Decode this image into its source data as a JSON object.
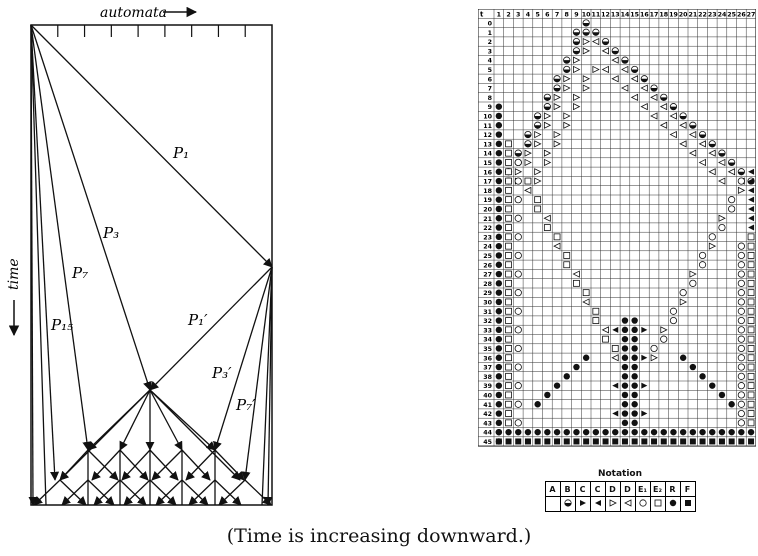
{
  "left_diagram": {
    "top_label": "automata",
    "side_label": "time",
    "path_labels": [
      "P₁",
      "P₃",
      "P₇",
      "P₁₅",
      "P₁′",
      "P₃′",
      "P₇′"
    ]
  },
  "right_grid": {
    "corner_label": "t",
    "columns": [
      "1",
      "2",
      "3",
      "4",
      "5",
      "6",
      "7",
      "8",
      "9",
      "10",
      "11",
      "12",
      "13",
      "14",
      "15",
      "16",
      "17",
      "18",
      "19",
      "20",
      "21",
      "22",
      "23",
      "24",
      "25",
      "26",
      "27"
    ],
    "rows": [
      "0",
      "1",
      "2",
      "3",
      "4",
      "5",
      "6",
      "7",
      "8",
      "9",
      "10",
      "11",
      "12",
      "13",
      "14",
      "15",
      "16",
      "17",
      "18",
      "19",
      "20",
      "21",
      "22",
      "23",
      "24",
      "25",
      "26",
      "27",
      "28",
      "29",
      "30",
      "31",
      "32",
      "33",
      "34",
      "35",
      "36",
      "37",
      "38",
      "39",
      "40",
      "41",
      "42",
      "43",
      "44",
      "45"
    ]
  },
  "notation": {
    "title": "Notation",
    "headers": [
      "A",
      "B",
      "C",
      "C",
      "D",
      "D",
      "E₁",
      "E₂",
      "R",
      "F"
    ],
    "symbols": [
      "blank",
      "half-circle",
      "tri-right-filled",
      "tri-left-filled",
      "tri-right-open",
      "tri-left-open",
      "circle-open",
      "square-open",
      "circle-filled",
      "square-filled"
    ]
  },
  "caption": "(Time is increasing downward.)"
}
